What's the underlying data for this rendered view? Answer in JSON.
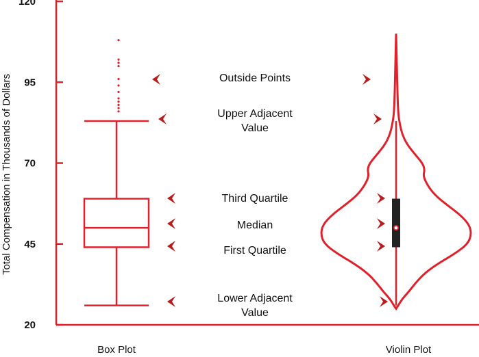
{
  "chart_data": {
    "type": "box-violin",
    "ylabel": "Total Compensation in Thousands of  Dollars",
    "ylim": [
      20,
      120
    ],
    "yticks": [
      20,
      45,
      70,
      95,
      120
    ],
    "categories": [
      "Box Plot",
      "Violin Plot"
    ],
    "box": {
      "lower_adjacent": 26,
      "first_quartile": 44,
      "median": 50,
      "third_quartile": 59,
      "upper_adjacent": 83,
      "outliers": [
        86,
        87,
        88,
        89,
        90,
        92,
        94,
        96,
        100,
        101,
        102,
        108
      ]
    },
    "violin": {
      "min": 26,
      "max": 110,
      "density_half_width": [
        [
          25,
          0
        ],
        [
          26,
          0.03
        ],
        [
          28,
          0.08
        ],
        [
          30,
          0.16
        ],
        [
          33,
          0.26
        ],
        [
          36,
          0.38
        ],
        [
          39,
          0.56
        ],
        [
          42,
          0.78
        ],
        [
          45,
          0.95
        ],
        [
          48,
          1.0
        ],
        [
          51,
          0.97
        ],
        [
          54,
          0.85
        ],
        [
          57,
          0.68
        ],
        [
          60,
          0.52
        ],
        [
          63,
          0.42
        ],
        [
          66,
          0.36
        ],
        [
          68,
          0.38
        ],
        [
          70,
          0.35
        ],
        [
          73,
          0.24
        ],
        [
          76,
          0.14
        ],
        [
          79,
          0.08
        ],
        [
          82,
          0.05
        ],
        [
          85,
          0.03
        ],
        [
          90,
          0.02
        ],
        [
          100,
          0.01
        ],
        [
          110,
          0
        ]
      ]
    },
    "annotations": {
      "outside_points": "Outside Points",
      "upper_adjacent": [
        "Upper Adjacent",
        "Value"
      ],
      "third_quartile": "Third Quartile",
      "median": "Median",
      "first_quartile": "First Quartile",
      "lower_adjacent": [
        "Lower Adjacent",
        "Value"
      ]
    },
    "colors": {
      "accent": "#e0202a",
      "ink": "#111111",
      "marker": "#b91c1c",
      "violin_box": "#222222"
    }
  }
}
